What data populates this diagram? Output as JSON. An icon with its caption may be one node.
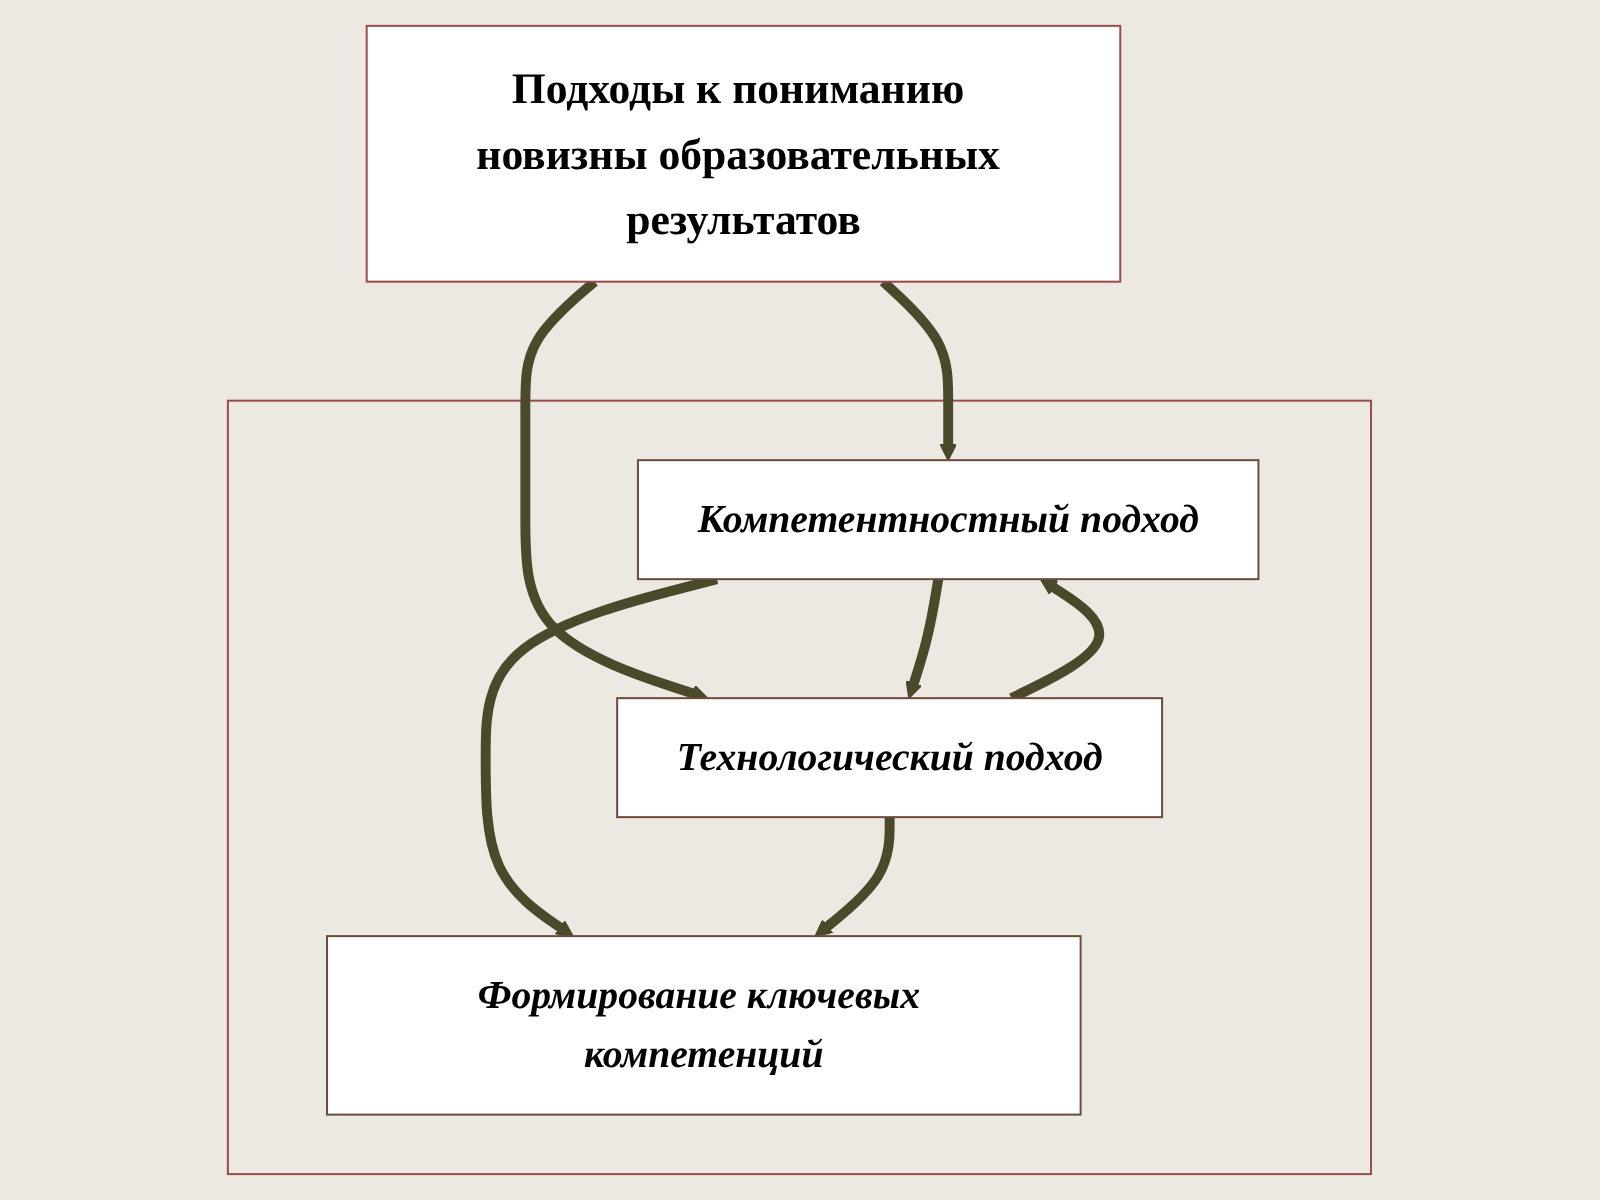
{
  "diagram": {
    "nodes": [
      {
        "text": [
          "Подходы к пониманию новизны образовательных результатов"
        ]
      },
      {
        "text": [],
        "shape": "box"
      },
      {
        "text": [
          "Компетентностный подход"
        ],
        "in": 1
      },
      {
        "text": [
          "Технологический подход"
        ],
        "in": 1
      },
      {
        "text": [
          "Формирование ключевых компетенций"
        ],
        "in": 1
      }
    ],
    "edges": [
      {
        "from": 0,
        "to": 2,
        "arrow": "to"
      },
      {
        "from": 0,
        "to": 3,
        "arrow": "to"
      },
      {
        "from": 2,
        "to": 3,
        "arrow": "to"
      },
      {
        "from": 3,
        "to": 2,
        "arrow": "to"
      },
      {
        "from": 2,
        "to": 4,
        "arrow": "to"
      },
      {
        "from": 3,
        "to": 4,
        "arrow": "to"
      }
    ]
  }
}
